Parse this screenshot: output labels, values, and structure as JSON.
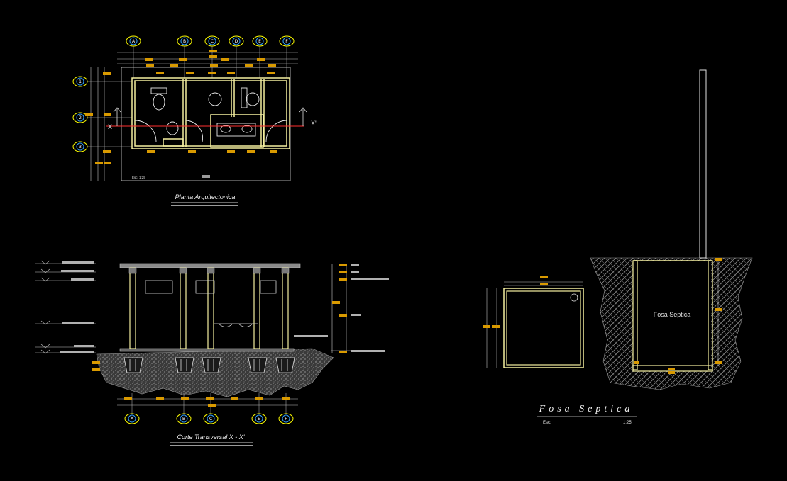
{
  "drawing": {
    "background": "#000000",
    "colors": {
      "wall": "#f5f0a0",
      "dimension_tag": "#d99a00",
      "axis_bubble": "#ffff00",
      "axis_line": "#ff0000",
      "line": "#ffffff",
      "soil": "#9a9a9a"
    }
  },
  "plan": {
    "title": "Planta Arquitectonica",
    "footnote": "Esc: 1:25",
    "section_marks": [
      "X",
      "X'"
    ],
    "axis_labels_top": [
      "A",
      "B",
      "C",
      "D",
      "E",
      "F"
    ],
    "axis_labels_left": [
      "1",
      "2",
      "3"
    ]
  },
  "section": {
    "title": "Corte Transversal X - X'",
    "axis_labels_bottom": [
      "A",
      "B",
      "C",
      "E",
      "F"
    ]
  },
  "septic": {
    "title": "Fosa Septica",
    "label": "Fosa Septica",
    "scale_label": "Esc:",
    "scale_value": "1:25"
  }
}
